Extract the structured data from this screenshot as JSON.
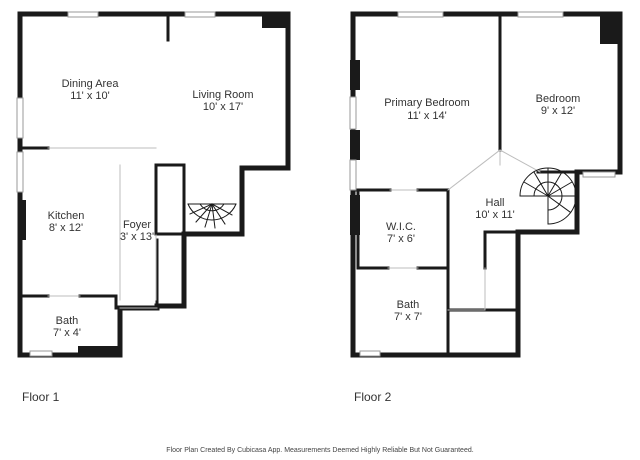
{
  "floors": [
    {
      "label": "Floor 1",
      "rooms": [
        {
          "name": "Dining Area",
          "dims": "11' x 10'"
        },
        {
          "name": "Living Room",
          "dims": "10' x 17'"
        },
        {
          "name": "Kitchen",
          "dims": "8' x 12'"
        },
        {
          "name": "Foyer",
          "dims": "3' x 13'"
        },
        {
          "name": "Bath",
          "dims": "7' x 4'"
        }
      ]
    },
    {
      "label": "Floor 2",
      "rooms": [
        {
          "name": "Primary Bedroom",
          "dims": "11' x 14'"
        },
        {
          "name": "Bedroom",
          "dims": "9' x 12'"
        },
        {
          "name": "Hall",
          "dims": "10' x 11'"
        },
        {
          "name": "W.I.C.",
          "dims": "7' x 6'"
        },
        {
          "name": "Bath",
          "dims": "7' x 7'"
        }
      ]
    }
  ],
  "footer": "Floor Plan Created By Cubicasa App. Measurements Deemed Highly Reliable But Not Guaranteed.",
  "colors": {
    "wall": "#1a1a1a",
    "window": "#9a9a9a",
    "door": "#bdbdbd",
    "background": "#ffffff"
  }
}
